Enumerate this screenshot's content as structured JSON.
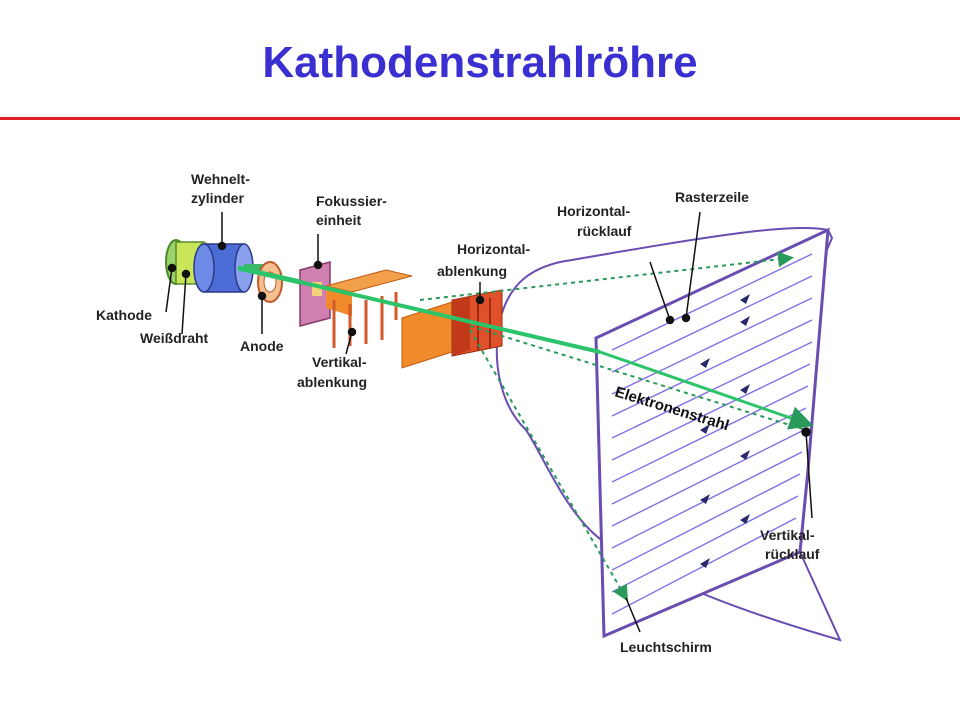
{
  "slide": {
    "title": "Kathodenstrahlröhre"
  },
  "diagram": {
    "labels": {
      "wehnelt_line1": "Wehnelt-",
      "wehnelt_line2": "zylinder",
      "fokus_line1": "Fokussier-",
      "fokus_line2": "einheit",
      "horizontal_line1": "Horizontal-",
      "horizontal_line2": "ablenkung",
      "hrueck_line1": "Horizontal-",
      "hrueck_line2": "rücklauf",
      "rasterzeile": "Rasterzeile",
      "kathode": "Kathode",
      "weissdraht": "Weißdraht",
      "anode": "Anode",
      "vertikal_line1": "Vertikal-",
      "vertikal_line2": "ablenkung",
      "elektronenstrahl": "Elektronenstrahl",
      "vrueck_line1": "Vertikal-",
      "vrueck_line2": "rücklauf",
      "leuchtschirm": "Leuchtschirm"
    },
    "colors": {
      "title": "#3a2fd0",
      "rule": "#e01e24",
      "beam": "#2cc46a",
      "screen_outline": "#7a55c8",
      "raster_lines": "#6f63e6",
      "deflection_plates": "#f08a2a",
      "horizontal_plates": "#d94a2a",
      "cylinder": "#4d6dd6"
    }
  }
}
